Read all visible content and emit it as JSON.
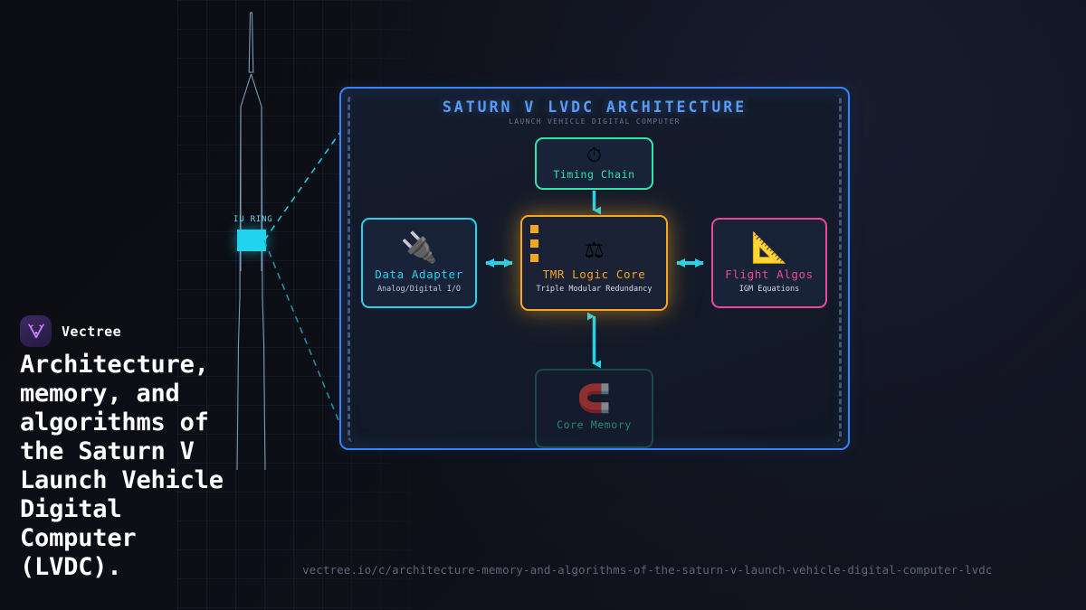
{
  "brand": {
    "name": "Vectree",
    "logo_icon": "vectree-branch-v-logo"
  },
  "headline": "Architecture,\nmemory, and\nalgorithms of\nthe Saturn V\nLaunch Vehicle\nDigital\nComputer\n(LVDC).",
  "url": "vectree.io/c/architecture-memory-and-algorithms-of-the-saturn-v-launch-vehicle-digital-computer-lvdc",
  "rocket": {
    "ring_label": "IU RING",
    "ring_color": "#22d3ee"
  },
  "panel": {
    "title": "SATURN V LVDC ARCHITECTURE",
    "subtitle": "LAUNCH VEHICLE DIGITAL COMPUTER",
    "border_color": "#3b82f6",
    "title_color": "#5b9bf8"
  },
  "nodes": {
    "timing": {
      "label": "Timing Chain",
      "sub": "",
      "icon": "stopwatch-icon",
      "glyph": "⏱",
      "color": "#2ee6a8"
    },
    "adapter": {
      "label": "Data Adapter",
      "sub": "Analog/Digital I/O",
      "icon": "electric-plug-icon",
      "glyph": "🔌",
      "color": "#22d3ee"
    },
    "tmr": {
      "label": "TMR Logic Core",
      "sub": "Triple Modular Redundancy",
      "icon": "balance-scale-icon",
      "glyph": "⚖",
      "color": "#f5a623",
      "marker_count": 3
    },
    "flight": {
      "label": "Flight Algos",
      "sub": "IGM Equations",
      "icon": "triangular-ruler-icon",
      "glyph": "📐",
      "color": "#ec4899"
    },
    "memory": {
      "label": "Core Memory",
      "sub": "",
      "icon": "magnet-icon",
      "glyph": "🧲",
      "color": "#2ee6a8"
    }
  },
  "connectors": {
    "arrow_color": "#22d3ee",
    "items": [
      {
        "name": "timing-to-tmr",
        "style": "single-arrow-down"
      },
      {
        "name": "adapter-to-tmr",
        "style": "double-arrow-horizontal"
      },
      {
        "name": "tmr-to-flight",
        "style": "double-arrow-horizontal"
      },
      {
        "name": "tmr-to-memory",
        "style": "double-arrow-vertical"
      }
    ]
  }
}
